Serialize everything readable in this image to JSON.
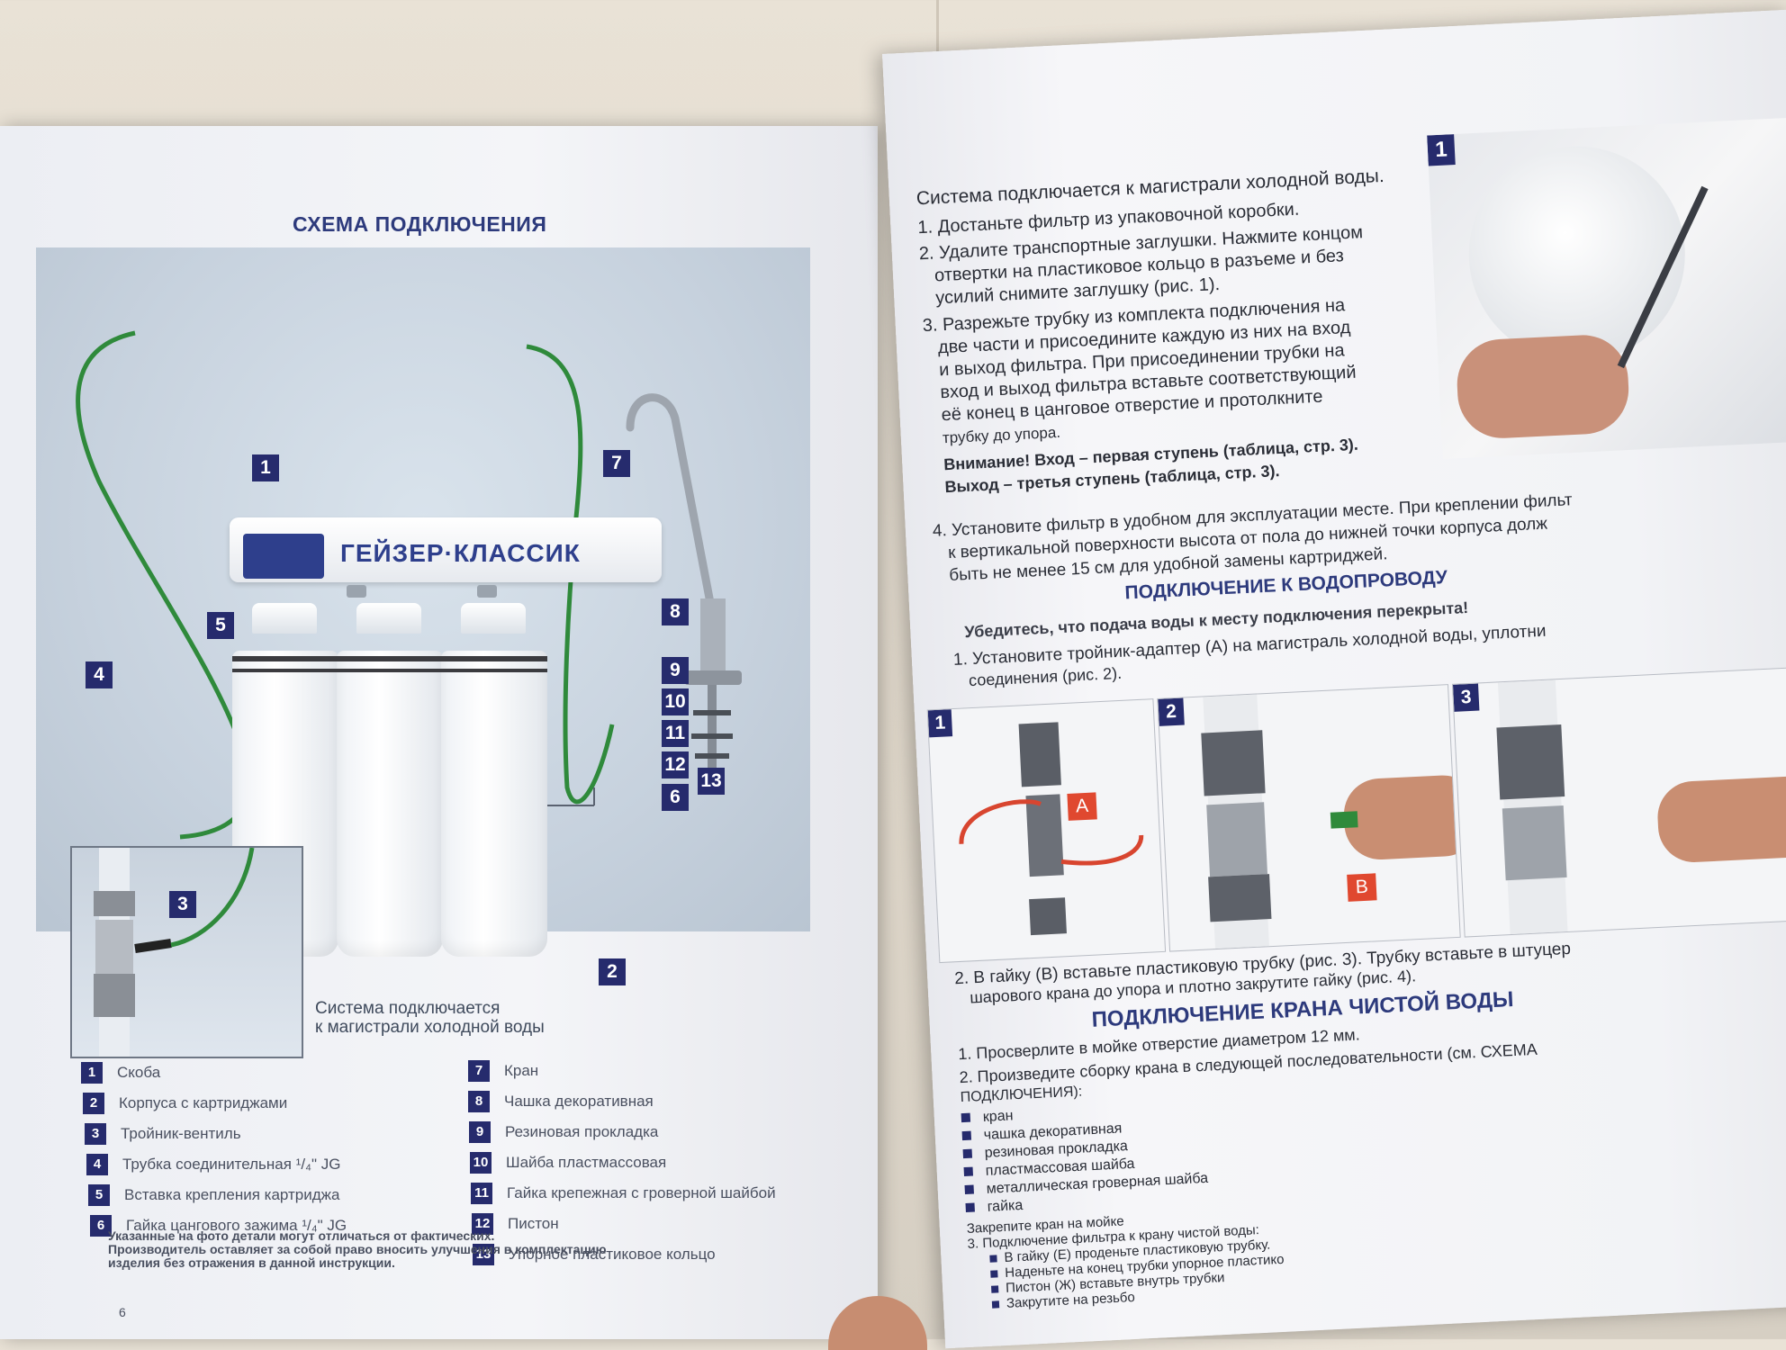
{
  "left_page": {
    "heading": "СХЕМА ПОДКЛЮЧЕНИЯ",
    "brand": "ГЕЙЗЕР·КЛАССИК",
    "photo_labels": [
      "1",
      "2",
      "3",
      "4",
      "5",
      "6",
      "7",
      "8",
      "9",
      "10",
      "11",
      "12",
      "13"
    ],
    "caption_line1": "Система подключается",
    "caption_line2": "к магистрали холодной воды",
    "legend_left": [
      {
        "num": "1",
        "text": "Скоба"
      },
      {
        "num": "2",
        "text": "Корпуса с картриджами"
      },
      {
        "num": "3",
        "text": "Тройник-вентиль"
      },
      {
        "num": "4",
        "text": "Трубка соединительная ¹/₄\" JG"
      },
      {
        "num": "5",
        "text": "Вставка крепления картриджа"
      },
      {
        "num": "6",
        "text": "Гайка цангового зажима ¹/₄\" JG"
      }
    ],
    "legend_right": [
      {
        "num": "7",
        "text": "Кран"
      },
      {
        "num": "8",
        "text": "Чашка декоративная"
      },
      {
        "num": "9",
        "text": "Резиновая прокладка"
      },
      {
        "num": "10",
        "text": "Шайба пластмассовая"
      },
      {
        "num": "11",
        "text": "Гайка крепежная с гроверной шайбой"
      },
      {
        "num": "12",
        "text": "Пистон"
      },
      {
        "num": "13",
        "text": "Упорное пластиковое кольцо"
      }
    ],
    "disclaimer": [
      "Указанные на фото детали могут отличаться от фактических.",
      "Производитель оставляет за собой право вносить улучшения в комплектацию",
      "изделия без отражения в данной инструкции."
    ],
    "page_number": "6"
  },
  "right_page": {
    "intro": "Система подключается к магистрали холодной воды.",
    "steps_top": [
      "1. Достаньте фильтр из упаковочной коробки.",
      "2. Удалите транспортные заглушки. Нажмите концом",
      "отвертки на пластиковое кольцо в разъеме и без",
      "усилий снимите заглушку (рис. 1).",
      "3. Разрежьте трубку из комплекта подключения на",
      "две части и присоедините каждую из них на вход",
      "и выход фильтра. При присоединении трубки на",
      "вход и выход фильтра вставьте соответствующий",
      "её конец в цанговое отверстие и протолкните",
      "трубку до упора."
    ],
    "warning_line1": "Внимание! Вход – первая ступень (таблица, стр. 3).",
    "warning_line2": "Выход – третья ступень (таблица, стр. 3).",
    "step4": [
      "4. Установите фильтр в удобном для эксплуатации месте. При креплении фильт",
      "к вертикальной поверхности высота от пола до нижней точки корпуса долж",
      "быть не менее 15 см для удобной замены картриджей."
    ],
    "water_heading": "ПОДКЛЮЧЕНИЕ К ВОДОПРОВОДУ",
    "water_warning": "Убедитесь, что подача воды к месту подключения перекрыта!",
    "water_step1_line1": "1. Установите тройник-адаптер (А) на магистраль холодной воды, уплотни",
    "water_step1_line2": "соединения (рис. 2).",
    "fig_numbers": [
      "1",
      "2",
      "3"
    ],
    "fig_top_number": "1",
    "marker_a": "A",
    "marker_b": "B",
    "water_step2_line1": "2. В гайку (В) вставьте пластиковую трубку (рис. 3). Трубку вставьте в штуцер",
    "water_step2_line2": "шарового крана до упора и плотно закрутите гайку (рис. 4).",
    "faucet_heading": "ПОДКЛЮЧЕНИЕ КРАНА ЧИСТОЙ ВОДЫ",
    "faucet_steps": [
      "1. Просверлите в мойке отверстие диаметром 12 мм.",
      "2. Произведите сборку крана в следующей последовательности (см. СХЕМА",
      "ПОДКЛЮЧЕНИЯ):"
    ],
    "faucet_items": [
      "кран",
      "чашка декоративная",
      "резиновая прокладка",
      "пластмассовая шайба",
      "металлическая гроверная шайба",
      "гайка"
    ],
    "faucet_tail": [
      "Закрепите кран на мойке",
      "3. Подключение фильтра к крану чистой воды:",
      "В гайку (Е) проденьте пластиковую трубку.",
      "Наденьте на конец трубки упорное пластико",
      "Пистон (Ж) вставьте внутрь трубки",
      "Закрутите на резьбо"
    ]
  },
  "colors": {
    "brand_navy": "#262b6d",
    "heading_blue": "#2d3a7c",
    "marker_red": "#e0482f",
    "tube_green": "#2f8a3b"
  }
}
